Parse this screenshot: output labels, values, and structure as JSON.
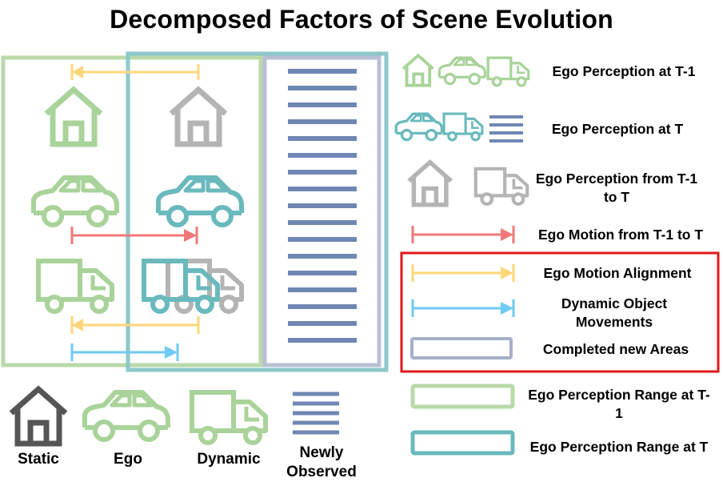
{
  "title": "Decomposed Factors of Scene Evolution",
  "colors": {
    "green": "#a9d39a",
    "teal": "#69b9bd",
    "gray": "#b4b4b4",
    "darkgray": "#555555",
    "navy": "#6f87b3",
    "navy_box": "#a7afc9",
    "orange": "#ffd67a",
    "red_arrow": "#f07878",
    "blue": "#6fcaf5",
    "highlight_red": "#e01818"
  },
  "legend": {
    "t_minus_1": "Ego Perception at T-1",
    "t": "Ego Perception at T",
    "t_minus_1_to_t": "Ego Perception from T-1 to T",
    "ego_motion": "Ego Motion from T-1 to T",
    "alignment": "Ego Motion Alignment",
    "dynamic_movements": "Dynamic Object Movements",
    "completed_areas": "Completed new Areas",
    "range_t_minus_1": "Ego Perception Range at T-1",
    "range_t": "Ego Perception Range at T"
  },
  "categories": {
    "static": "Static",
    "ego": "Ego",
    "dynamic": "Dynamic",
    "newly_observed": "Newly Observed"
  }
}
